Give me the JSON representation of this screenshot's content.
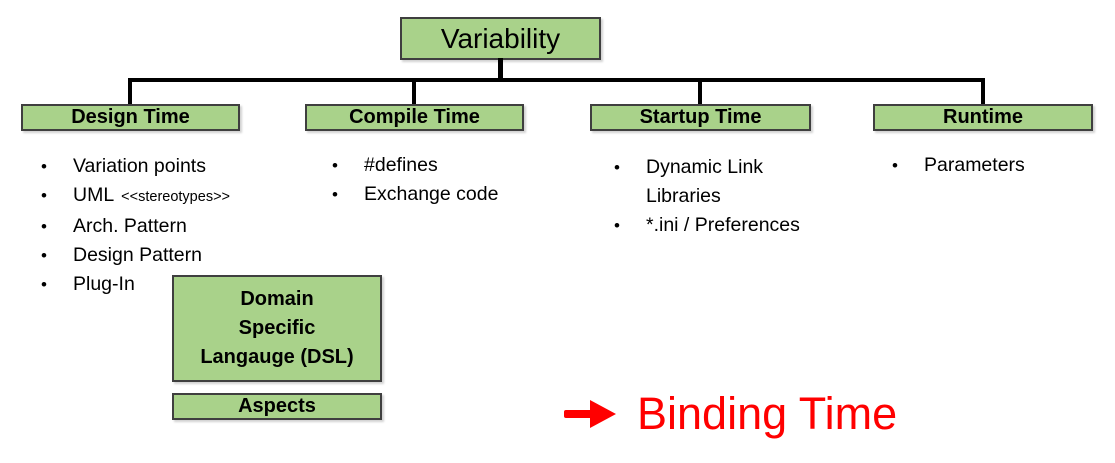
{
  "bullet": "•",
  "colors": {
    "box_fill": "#a9d28a",
    "box_border": "#3f3f3f",
    "connector": "#000000",
    "accent": "#ff0000",
    "text": "#000000"
  },
  "tree": {
    "root": {
      "label": "Variability"
    },
    "branches": [
      {
        "title": "Design Time",
        "items": [
          {
            "text": "Variation points"
          },
          {
            "text": "UML",
            "small": "<<stereotypes>>"
          },
          {
            "text": "Arch. Pattern"
          },
          {
            "text": "Design Pattern"
          },
          {
            "text": "Plug-In"
          }
        ]
      },
      {
        "title": "Compile Time",
        "items": [
          {
            "text": "#defines"
          },
          {
            "text": "Exchange code"
          }
        ]
      },
      {
        "title": "Startup Time",
        "items": [
          {
            "text": "Dynamic Link Libraries"
          },
          {
            "text": "*.ini / Preferences"
          }
        ]
      },
      {
        "title": "Runtime",
        "items": [
          {
            "text": "Parameters"
          }
        ]
      }
    ]
  },
  "extra": {
    "dsl": {
      "line1": "Domain",
      "line2": "Specific",
      "line3": "Langauge (DSL)"
    },
    "aspects": {
      "label": "Aspects"
    }
  },
  "annotation": {
    "label": "Binding Time"
  }
}
